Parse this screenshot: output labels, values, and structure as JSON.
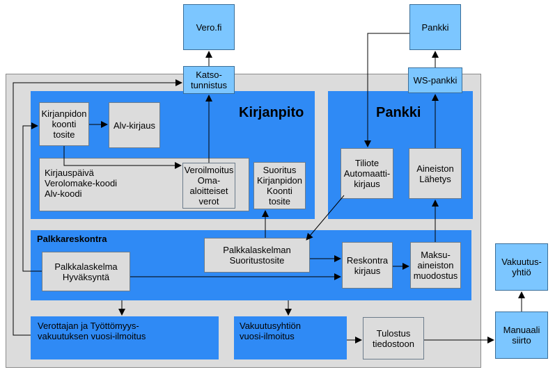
{
  "boxes": {
    "vero_fi": "Vero.fi",
    "katso": "Katso-\ntunnistus",
    "pankki_top": "Pankki",
    "ws_pankki": "WS-pankki",
    "kirjanpito_title": "Kirjanpito",
    "pankki_title": "Pankki",
    "kirjanpidon_koonti": "Kirjanpidon\nkoonti\ntosite",
    "alv_kirjaus": "Alv-kirjaus",
    "kirjauspaiva": "Kirjauspäivä\nVerolomake-koodi\nAlv-koodi",
    "veroilmoitus": "Veroilmoitus\nOma-aloitteiset\nverot",
    "suoritus": "Suoritus\nKirjanpidon\nKoonti\ntosite",
    "tiliote": "Tiliote\nAutomaatti-\nkirjaus",
    "aineiston_lahetys": "Aineiston\nLähetys",
    "palkkareskontra_title": "Palkkareskontra",
    "palkkalaskelman": "Palkkalaskelman\nSuoritustosite",
    "palkkalaskelma_hyv": "Palkkalaskelma\nHyväksyntä",
    "reskontra": "Reskontra\nkirjaus",
    "maksuaineisto": "Maksu-\naineiston\nmuodostus",
    "verottajan": "Verottajan ja Työttömyys-\nvakuutuksen vuosi-ilmoitus",
    "vakuutusyhtion": "Vakuutusyhtiön\nvuosi-ilmoitus",
    "tulostus": "Tulostus\ntiedostoon",
    "vakuutusyhtio": "Vakuutus-\nyhtiö",
    "manuaali": "Manuaali\nsiirto"
  }
}
